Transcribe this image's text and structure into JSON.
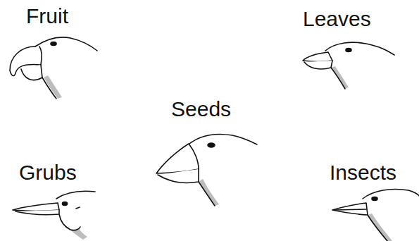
{
  "diagram": {
    "labels": [
      "Fruit",
      "Leaves",
      "Seeds",
      "Grubs",
      "Insects"
    ]
  }
}
